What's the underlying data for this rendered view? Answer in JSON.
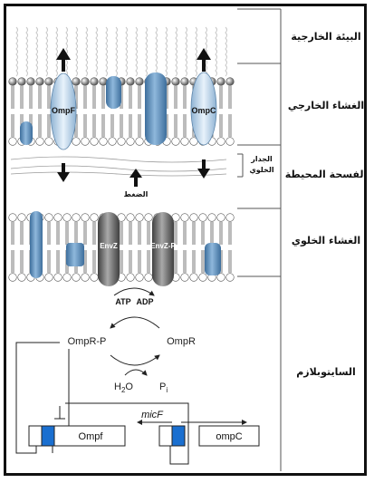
{
  "regions": {
    "extracellular": "البيئة الخارجية",
    "outer_membrane": "الغشاء الخارجي",
    "periplasm": "الفسحة المحيطة",
    "cell_membrane": "الغشاء الخلوي",
    "cytoplasm": "السايتوبلازم"
  },
  "cell_wall_line1": "الجدار",
  "cell_wall_line2": "الخلوي",
  "pressure": "الضغط",
  "porins": {
    "ompf": "OmpF",
    "ompc": "OmpC"
  },
  "sensors": {
    "envz": "EnvZ",
    "envzp": "EnvZ-P"
  },
  "atp": "ATP",
  "adp": "ADP",
  "regulators": {
    "ompr_p": "OmpR-P",
    "ompr": "OmpR"
  },
  "water": {
    "main": "H",
    "sub": "2",
    "tail": "O"
  },
  "phosphate": {
    "main": "P",
    "sub": "i"
  },
  "genes": {
    "ompf": "Ompf",
    "ompc": "ompC",
    "micf": "micF"
  },
  "colors": {
    "protein_blue": "#6f9fc9",
    "sensor_gray": "#7a7a7a",
    "promoter_blue": "#1a6fd0"
  }
}
